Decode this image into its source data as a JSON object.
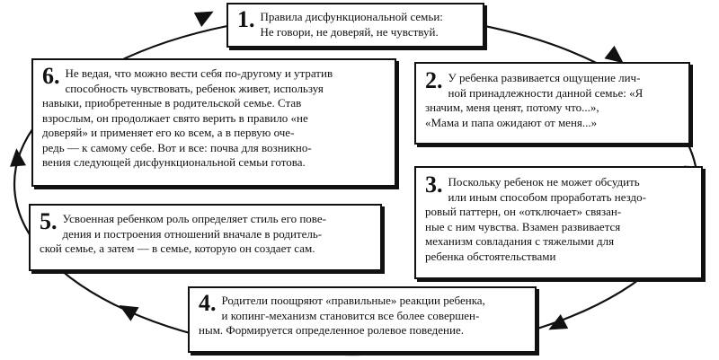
{
  "steps": [
    {
      "num": "1.",
      "lines": [
        "Правила дисфункциональной семьи:",
        "Не говори, не доверяй, не чувствуй."
      ]
    },
    {
      "num": "2.",
      "lines": [
        "У ребенка развивается ощущение лич-",
        "ной принадлежности данной семье: «Я",
        "значим, меня ценят, потому что...»,",
        "«Мама и папа ожидают от меня...»"
      ]
    },
    {
      "num": "3.",
      "lines": [
        "Поскольку ребенок не может обсудить",
        "или иным способом проработать нездо-",
        "ровый паттерн, он «отключает» связан-",
        "ные с ним чувства. Взамен развивается",
        "механизм совладания с тяжелыми для",
        "ребенка обстоятельствами"
      ]
    },
    {
      "num": "4.",
      "lines": [
        "Родители поощряют «правильные» реакции ребенка,",
        "и копинг-механизм становится все более совершен-",
        "ным. Формируется определенное ролевое поведение."
      ]
    },
    {
      "num": "5.",
      "lines": [
        "Усвоенная ребенком роль определяет стиль его пове-",
        "дения и построения отношений вначале в родитель-",
        "ской семье, а затем — в семье, которую он создает сам."
      ]
    },
    {
      "num": "6.",
      "lines": [
        "Не ведая, что можно вести себя по-другому и утратив",
        "способность чувствовать, ребенок живет, используя",
        "навыки, приобретенные в родительской семье. Став",
        "взрослым, он продолжает свято верить в правило «не",
        "доверяй» и применяет его ко всем, а в первую оче-",
        "редь — к самому себе. Вот и все: почва для возникно-",
        "вения следующей дисфункциональной семьи готова."
      ]
    }
  ]
}
